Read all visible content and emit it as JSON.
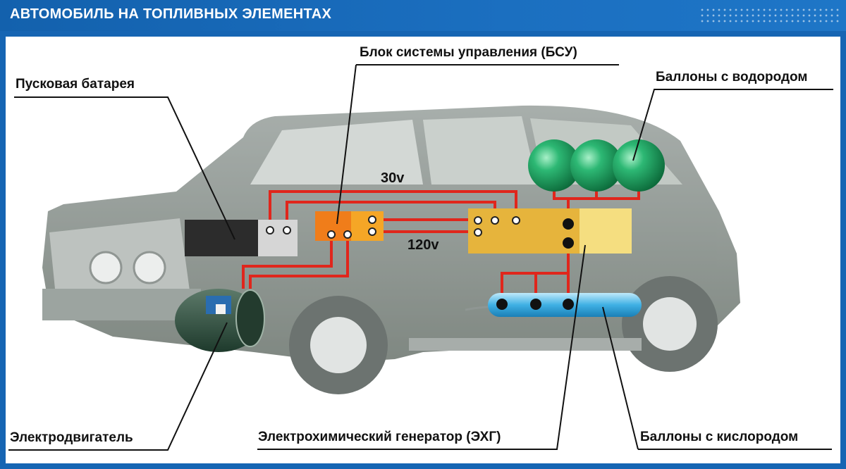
{
  "header": {
    "title": "АВТОМОБИЛЬ НА ТОПЛИВНЫХ ЭЛЕМЕНТАХ"
  },
  "labels": {
    "bsu": "Блок системы управления (БСУ)",
    "battery": "Пусковая батарея",
    "hydrogen": "Баллоны с водородом",
    "motor": "Электродвигатель",
    "ehg": "Электрохимический генератор (ЭХГ)",
    "oxygen": "Баллоны с кислородом"
  },
  "voltages": {
    "low": "30v",
    "high": "120v"
  },
  "colors": {
    "wire": "#e0261c",
    "hydrogen_tank": "#1fa15e",
    "oxygen_tank": "#58b8e6",
    "bsu_block": "#f07d1a",
    "ehg_block": "#e6b43c",
    "battery": "#2c2c2c"
  }
}
